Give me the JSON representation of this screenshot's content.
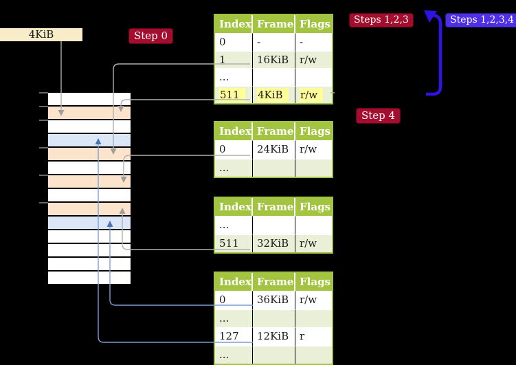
{
  "colors": {
    "page_bg": "#000000",
    "table_header_bg": "#a3c440",
    "table_border": "#a3c440",
    "row_white": "#ffffff",
    "row_green": "#eaf0d8",
    "highlight_yellow": "#ffff99",
    "memory_orange": "#fce4cc",
    "memory_blue": "#dbe7f7",
    "memory_white": "#ffffff",
    "label_box_bg": "#f9ecc9",
    "badge_red": "#a50d2e",
    "badge_blue": "#4f2fe8",
    "big_arrow_blue": "#2d14e0",
    "connector_gray": "#b0b0b0",
    "connector_gray_head": "#9e9e9e",
    "connector_blue": "#7f9ecf",
    "connector_blue_head": "#4d71b1",
    "tick_gray": "#8c8c8c",
    "cell_text": "#1a1a1a",
    "header_text": "#ffffff"
  },
  "labels": {
    "page_size_label": "4KiB",
    "step0": "Step 0",
    "steps_123": "Steps 1,2,3",
    "steps_1234": "Steps 1,2,3,4",
    "step4": "Step 4"
  },
  "tables": [
    {
      "headers": [
        "Index",
        "Frame",
        "Flags"
      ],
      "rows": [
        {
          "cells": [
            "0",
            "-",
            "-"
          ]
        },
        {
          "cells": [
            "1",
            "16KiB",
            "r/w"
          ]
        },
        {
          "cells": [
            "...",
            "",
            ""
          ]
        },
        {
          "cells": [
            "511",
            "4KiB",
            "r/w"
          ],
          "highlighted": true
        }
      ]
    },
    {
      "headers": [
        "Index",
        "Frame",
        "Flags"
      ],
      "rows": [
        {
          "cells": [
            "0",
            "24KiB",
            "r/w"
          ]
        },
        {
          "cells": [
            "...",
            "",
            ""
          ]
        }
      ]
    },
    {
      "headers": [
        "Index",
        "Frame",
        "Flags"
      ],
      "rows": [
        {
          "cells": [
            "...",
            "",
            ""
          ]
        },
        {
          "cells": [
            "511",
            "32KiB",
            "r/w"
          ]
        }
      ]
    },
    {
      "headers": [
        "Index",
        "Frame",
        "Flags"
      ],
      "rows": [
        {
          "cells": [
            "0",
            "36KiB",
            "r/w"
          ]
        },
        {
          "cells": [
            "...",
            "",
            ""
          ]
        },
        {
          "cells": [
            "127",
            "12KiB",
            "r"
          ]
        },
        {
          "cells": [
            "...",
            "",
            ""
          ]
        }
      ]
    }
  ],
  "memory": {
    "rows": [
      {
        "type": "white",
        "color": "#ffffff"
      },
      {
        "type": "orange",
        "color": "#fce4cc"
      },
      {
        "type": "white",
        "color": "#ffffff"
      },
      {
        "type": "blue",
        "color": "#dbe7f7"
      },
      {
        "type": "orange",
        "color": "#fce4cc"
      },
      {
        "type": "white",
        "color": "#ffffff"
      },
      {
        "type": "orange",
        "color": "#fce4cc"
      },
      {
        "type": "white",
        "color": "#ffffff"
      },
      {
        "type": "orange",
        "color": "#fce4cc"
      },
      {
        "type": "blue",
        "color": "#dbe7f7"
      },
      {
        "type": "white",
        "color": "#ffffff"
      },
      {
        "type": "white",
        "color": "#ffffff"
      },
      {
        "type": "white",
        "color": "#ffffff"
      },
      {
        "type": "white",
        "color": "#ffffff"
      }
    ]
  }
}
